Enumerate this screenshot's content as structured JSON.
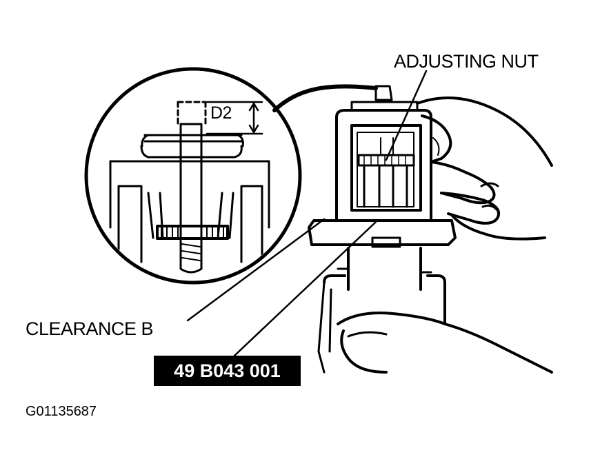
{
  "labels": {
    "adjusting_nut": "ADJUSTING NUT",
    "clearance_b": "CLEARANCE B",
    "dimension": "D2"
  },
  "tool_number": "49 B043 001",
  "figure_id": "G01135687",
  "colors": {
    "ink": "#000000",
    "paper": "#ffffff"
  }
}
